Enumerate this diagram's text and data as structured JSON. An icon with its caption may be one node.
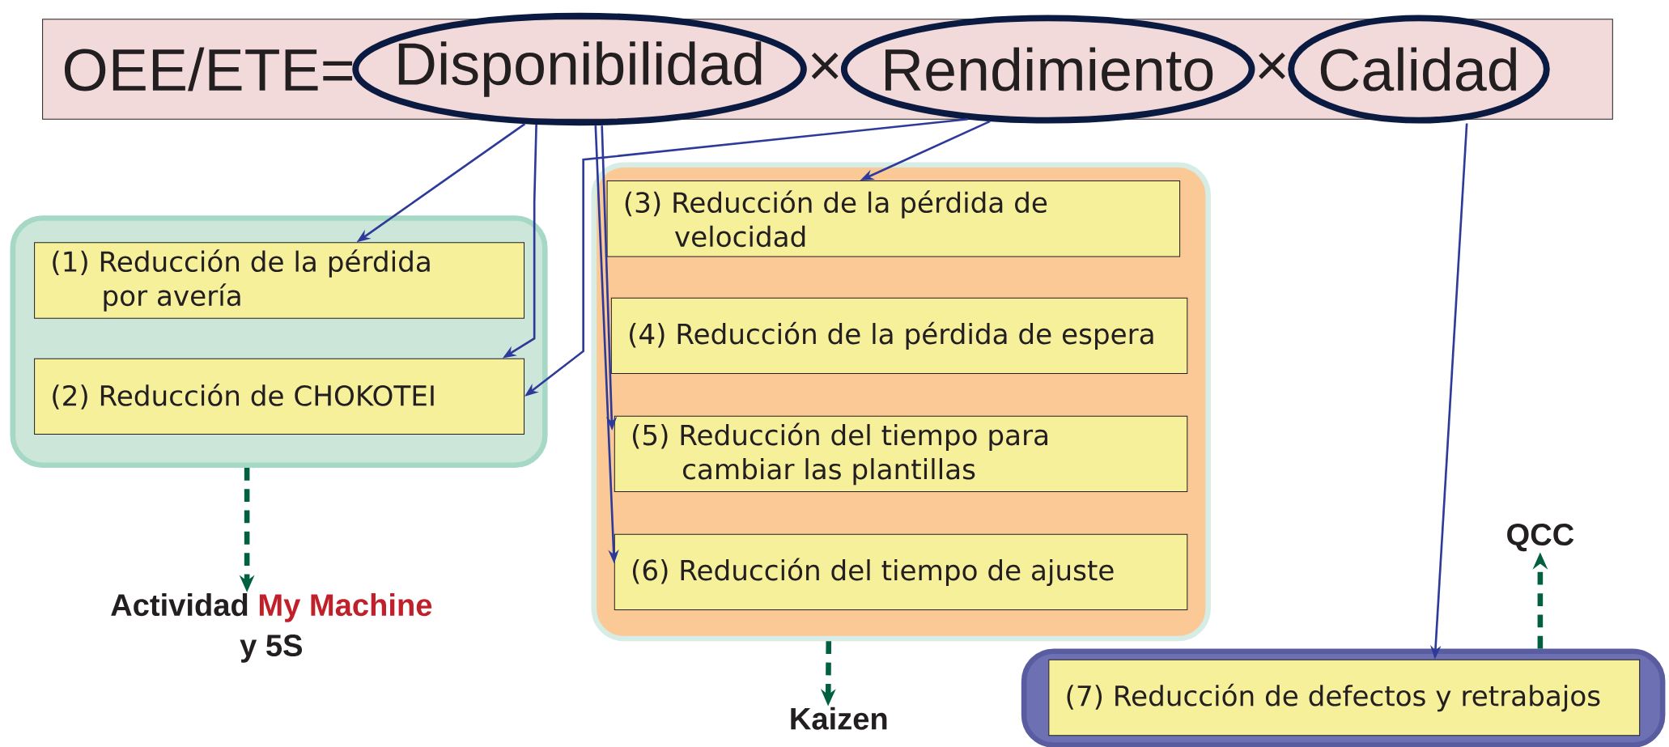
{
  "diagram": {
    "nodes": [
      {
        "text": [
          "OEE/ETE=",
          "×",
          "×"
        ]
      },
      {
        "text": [
          "Disponibilidad"
        ],
        "in": 0
      },
      {
        "text": [
          "Rendimiento"
        ],
        "in": 0
      },
      {
        "text": [
          "Calidad"
        ],
        "in": 0
      },
      {
        "text": [],
        "shape": "box"
      },
      {
        "text": [
          "(1) Reducción de la pérdida por avería"
        ],
        "in": 4
      },
      {
        "text": [
          "(2) Reducción de CHOKOTEI"
        ],
        "in": 4
      },
      {
        "text": [],
        "shape": "box"
      },
      {
        "text": [
          "(3) Reducción de la pérdida de velocidad"
        ],
        "in": 7
      },
      {
        "text": [
          "(4) Reducción de la pérdida de espera"
        ],
        "in": 7
      },
      {
        "text": [
          "(5) Reducción del tiempo para cambiar las plantillas"
        ],
        "in": 7
      },
      {
        "text": [
          "(6) Reducción del tiempo de ajuste"
        ],
        "in": 7
      },
      {
        "text": [],
        "shape": "box"
      },
      {
        "text": [
          "(7) Reducción de defectos y retrabajos"
        ],
        "in": 12
      },
      {
        "text": [
          "Actividad",
          "My Machine",
          "y 5S"
        ]
      },
      {
        "text": [
          "Kaizen"
        ]
      },
      {
        "text": [
          "QCC"
        ]
      }
    ],
    "edges": [
      {
        "from": 1,
        "to": 5,
        "arrow": "to"
      },
      {
        "from": 1,
        "to": 6,
        "arrow": "to"
      },
      {
        "from": 1,
        "to": 10,
        "arrow": "to"
      },
      {
        "from": 1,
        "to": 11,
        "arrow": "to"
      },
      {
        "from": 2,
        "to": 8,
        "arrow": "to"
      },
      {
        "from": 2,
        "to": 6,
        "arrow": "to"
      },
      {
        "from": 3,
        "to": 13,
        "arrow": "to"
      },
      {
        "from": 4,
        "to": 14,
        "arrow": "to",
        "style": "dashed",
        "color": "#00603f"
      },
      {
        "from": 7,
        "to": 15,
        "arrow": "to",
        "style": "dashed",
        "color": "#00603f"
      },
      {
        "from": 12,
        "to": 16,
        "arrow": "to",
        "style": "dashed",
        "color": "#00603f"
      }
    ]
  }
}
